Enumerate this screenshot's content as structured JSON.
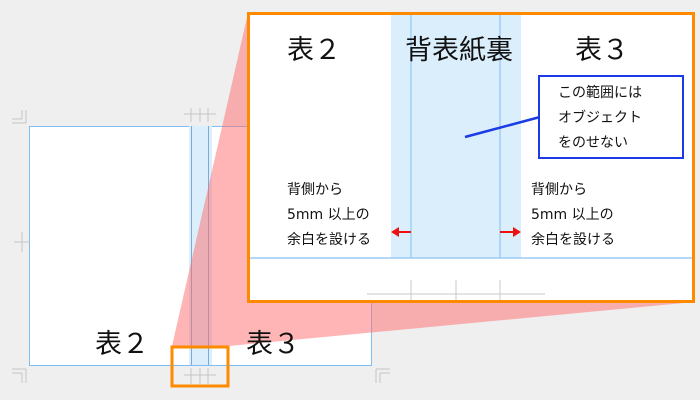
{
  "overview": {
    "left_page_label": "表２",
    "right_page_label": "表３"
  },
  "zoom_view": {
    "left_label": "表２",
    "spine_label": "背表紙裏",
    "right_label": "表３",
    "left_note": [
      "背側から",
      "5mm 以上の",
      "余白を設ける"
    ],
    "right_note": [
      "背側から",
      "5mm 以上の",
      "余白を設ける"
    ],
    "callout": [
      "この範囲には",
      "オブジェクト",
      "をのせない"
    ]
  },
  "colors": {
    "highlight": "#ff8a00",
    "guide": "#7fbdf5",
    "spine_fill": "#dbeefc",
    "callout_border": "#1a3be6",
    "arrow": "#ee1111",
    "zoom_cone": "#ff6b6b"
  }
}
